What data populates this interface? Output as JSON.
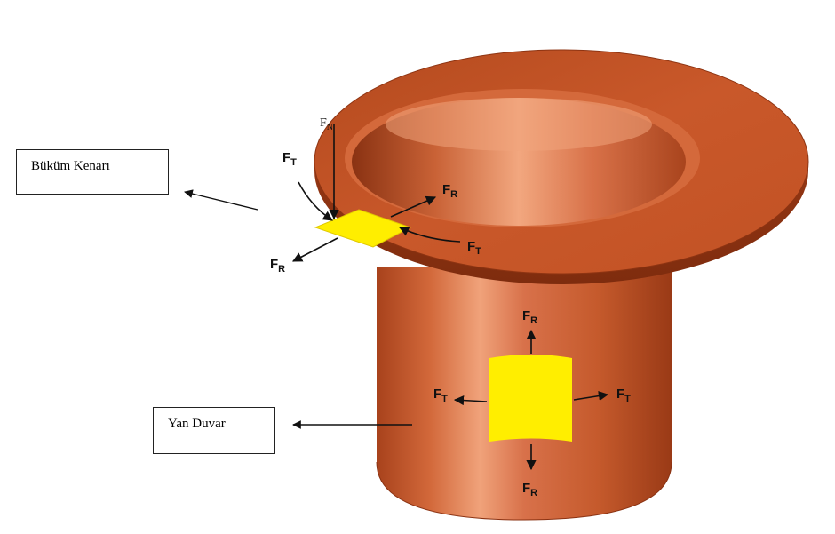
{
  "labels": {
    "flange_edge": "Büküm Kenarı",
    "side_wall": "Yan Duvar"
  },
  "forces": {
    "normal": {
      "main": "F",
      "sub": "N"
    },
    "radial": {
      "main": "F",
      "sub": "R"
    },
    "tangential": {
      "main": "F",
      "sub": "T"
    }
  },
  "colors": {
    "copper": "#c95a2b",
    "highlight_patch": "#ffee00",
    "arrow": "#111111"
  }
}
